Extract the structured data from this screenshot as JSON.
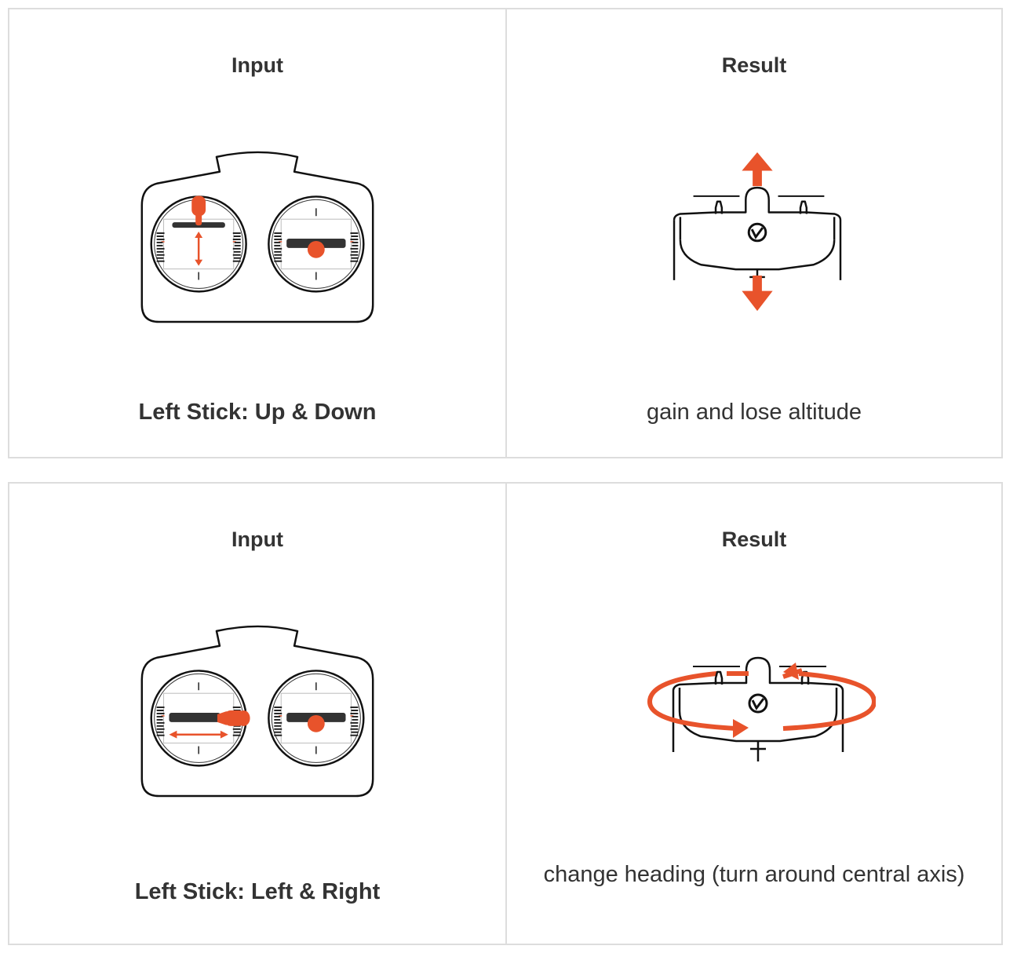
{
  "rows": [
    {
      "input_header": "Input",
      "result_header": "Result",
      "input_caption": "Left Stick: Up & Down",
      "result_caption": "gain and lose altitude",
      "input_icon": "remote-controller-left-stick-up-down-icon",
      "result_icon": "drone-altitude-arrows-icon"
    },
    {
      "input_header": "Input",
      "result_header": "Result",
      "input_caption": "Left Stick: Left & Right",
      "result_caption": "change heading (turn around central axis)",
      "input_icon": "remote-controller-left-stick-left-right-icon",
      "result_icon": "drone-rotation-arrows-icon"
    }
  ],
  "colors": {
    "accent": "#E8532B",
    "border": "#DDDDDD",
    "text": "#333333",
    "stick": "#333333"
  }
}
